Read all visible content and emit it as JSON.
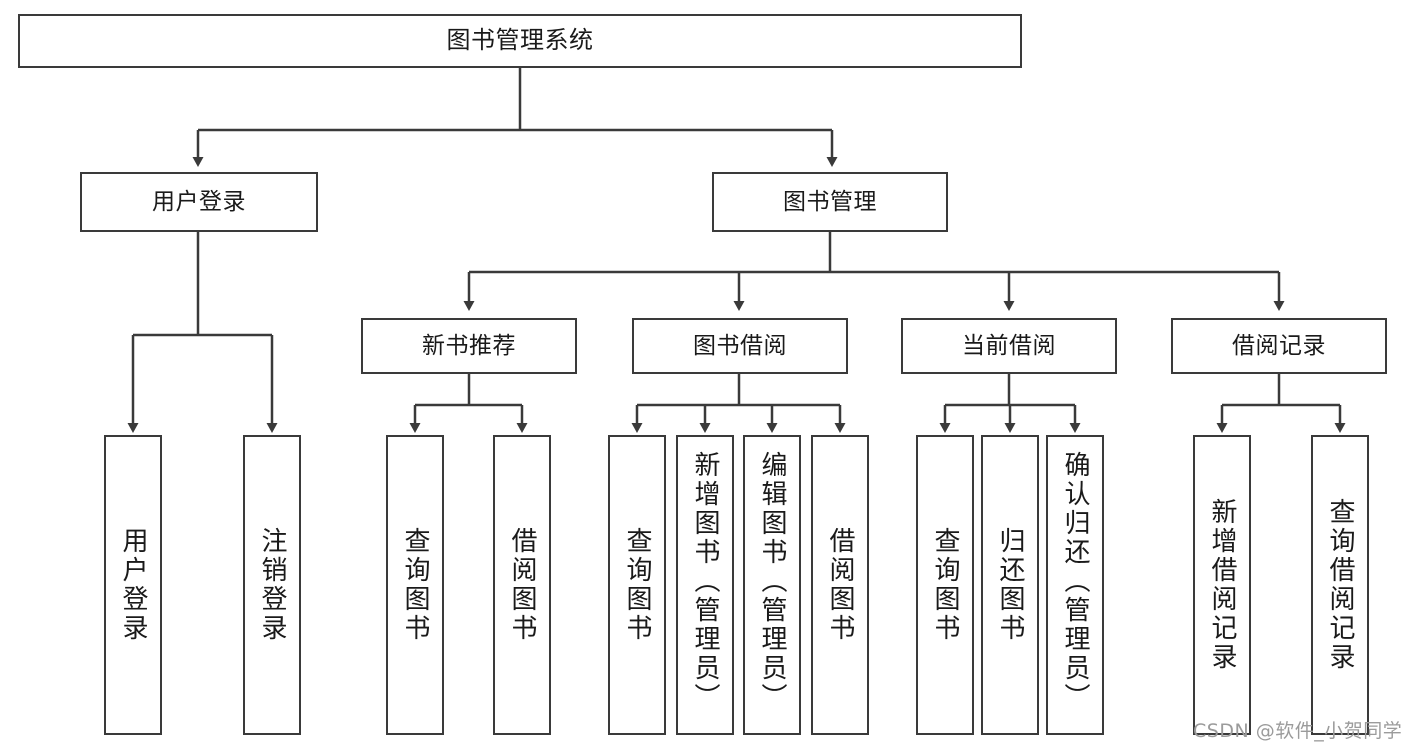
{
  "diagram": {
    "title": "图书管理系统",
    "type": "functional-decomposition-tree",
    "root": {
      "label": "图书管理系统"
    },
    "level2": [
      {
        "label": "用户登录"
      },
      {
        "label": "图书管理"
      }
    ],
    "level3": [
      {
        "label": "新书推荐",
        "parent": "图书管理"
      },
      {
        "label": "图书借阅",
        "parent": "图书管理"
      },
      {
        "label": "当前借阅",
        "parent": "图书管理"
      },
      {
        "label": "借阅记录",
        "parent": "图书管理"
      }
    ],
    "leaves": [
      {
        "label": "用户登录",
        "parent": "用户登录"
      },
      {
        "label": "注销登录",
        "parent": "用户登录"
      },
      {
        "label": "查询图书",
        "parent": "新书推荐"
      },
      {
        "label": "借阅图书",
        "parent": "新书推荐"
      },
      {
        "label": "查询图书",
        "parent": "图书借阅"
      },
      {
        "label": "新增图书（管理员）",
        "parent": "图书借阅"
      },
      {
        "label": "编辑图书（管理员）",
        "parent": "图书借阅"
      },
      {
        "label": "借阅图书",
        "parent": "图书借阅"
      },
      {
        "label": "查询图书",
        "parent": "当前借阅"
      },
      {
        "label": "归还图书",
        "parent": "当前借阅"
      },
      {
        "label": "确认归还（管理员）",
        "parent": "当前借阅"
      },
      {
        "label": "新增借阅记录",
        "parent": "借阅记录"
      },
      {
        "label": "查询借阅记录",
        "parent": "借阅记录"
      }
    ]
  },
  "watermark": {
    "text": "CSDN @软件_小贺同学"
  },
  "colors": {
    "stroke": "#3a3a3a",
    "background": "#ffffff",
    "text": "#1a1a1a",
    "watermark": "#9b9b9b"
  }
}
